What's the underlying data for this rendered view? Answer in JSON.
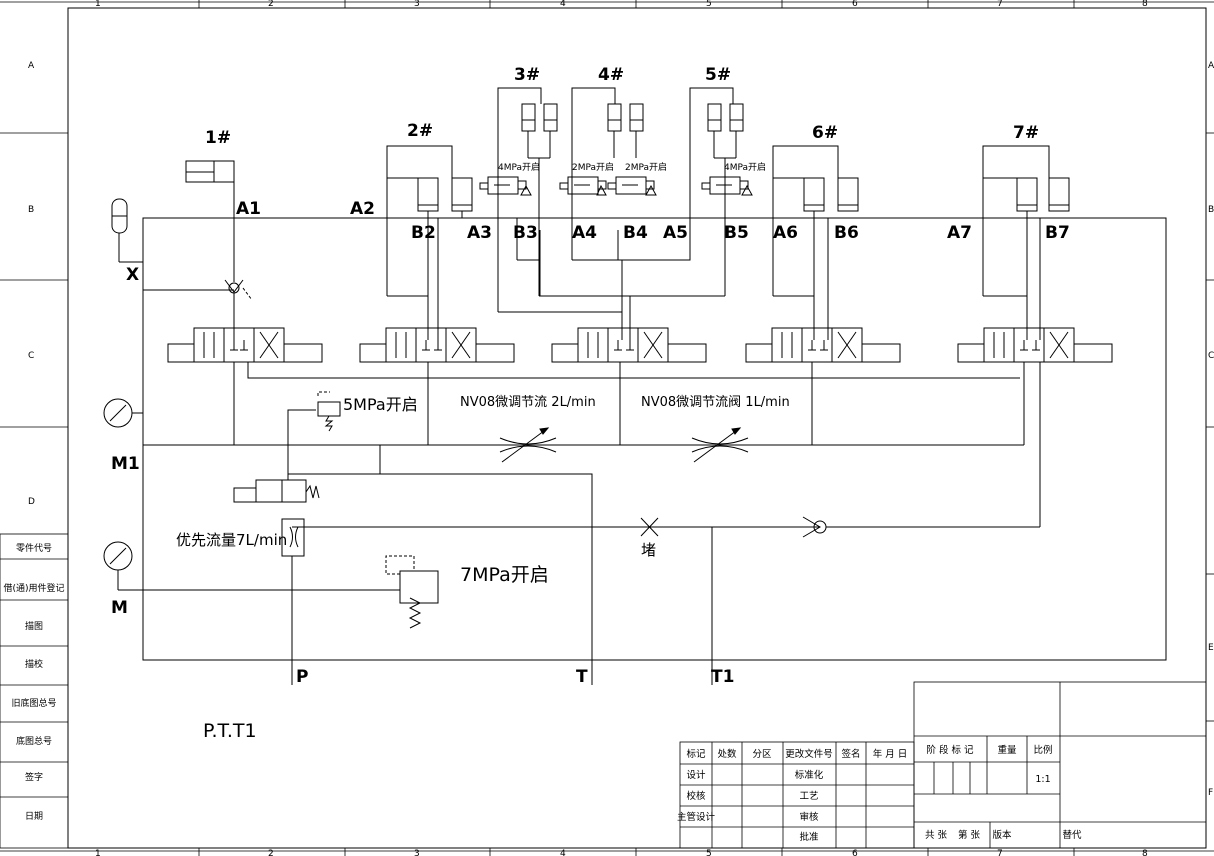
{
  "ruler": {
    "columns": [
      "1",
      "2",
      "3",
      "4",
      "5",
      "6",
      "7",
      "8"
    ],
    "rows": [
      "A",
      "B",
      "C",
      "D",
      "E",
      "F"
    ]
  },
  "left_strip": [
    "零件代号",
    "借(通)用件登记",
    "描图",
    "描校",
    "旧底图总号",
    "底图总号",
    "签字",
    "日期"
  ],
  "actuators": {
    "a1": "1#",
    "a2": "2#",
    "a3": "3#",
    "a4": "4#",
    "a5": "5#",
    "a6": "6#",
    "a7": "7#"
  },
  "ports": {
    "A1": "A1",
    "A2": "A2",
    "B2": "B2",
    "A3": "A3",
    "B3": "B3",
    "A4": "A4",
    "B4": "B4",
    "A5": "A5",
    "B5": "B5",
    "A6": "A6",
    "B6": "B6",
    "A7": "A7",
    "B7": "B7",
    "X": "X",
    "M1": "M1",
    "M": "M",
    "P": "P",
    "T": "T",
    "T1": "T1"
  },
  "annotations": {
    "cv3": "4MPa开启",
    "cv4a": "2MPa开启",
    "cv4b": "2MPa开启",
    "cv5": "4MPa开启",
    "relief5": "5MPa开启",
    "flow2": "NV08微调节流 2L/min",
    "flow1": "NV08微调节流阀 1L/min",
    "priority": "优先流量7L/min",
    "relief7": "7MPa开启",
    "plug": "堵",
    "note": "P.T.T1"
  },
  "title_block": {
    "header": [
      "标记",
      "处数",
      "分区",
      "更改文件号",
      "签名",
      "年 月 日"
    ],
    "left_rows": [
      "设计",
      "校核",
      "主管设计"
    ],
    "mid_rows": [
      "标准化",
      "工艺",
      "审核",
      "批准"
    ],
    "stage": "阶 段 标 记",
    "weight": "重量",
    "scale_label": "比例",
    "scale_value": "1:1",
    "footer_total": "共  张",
    "footer_page": "第  张",
    "footer_version": "版本",
    "footer_replace": "替代"
  }
}
